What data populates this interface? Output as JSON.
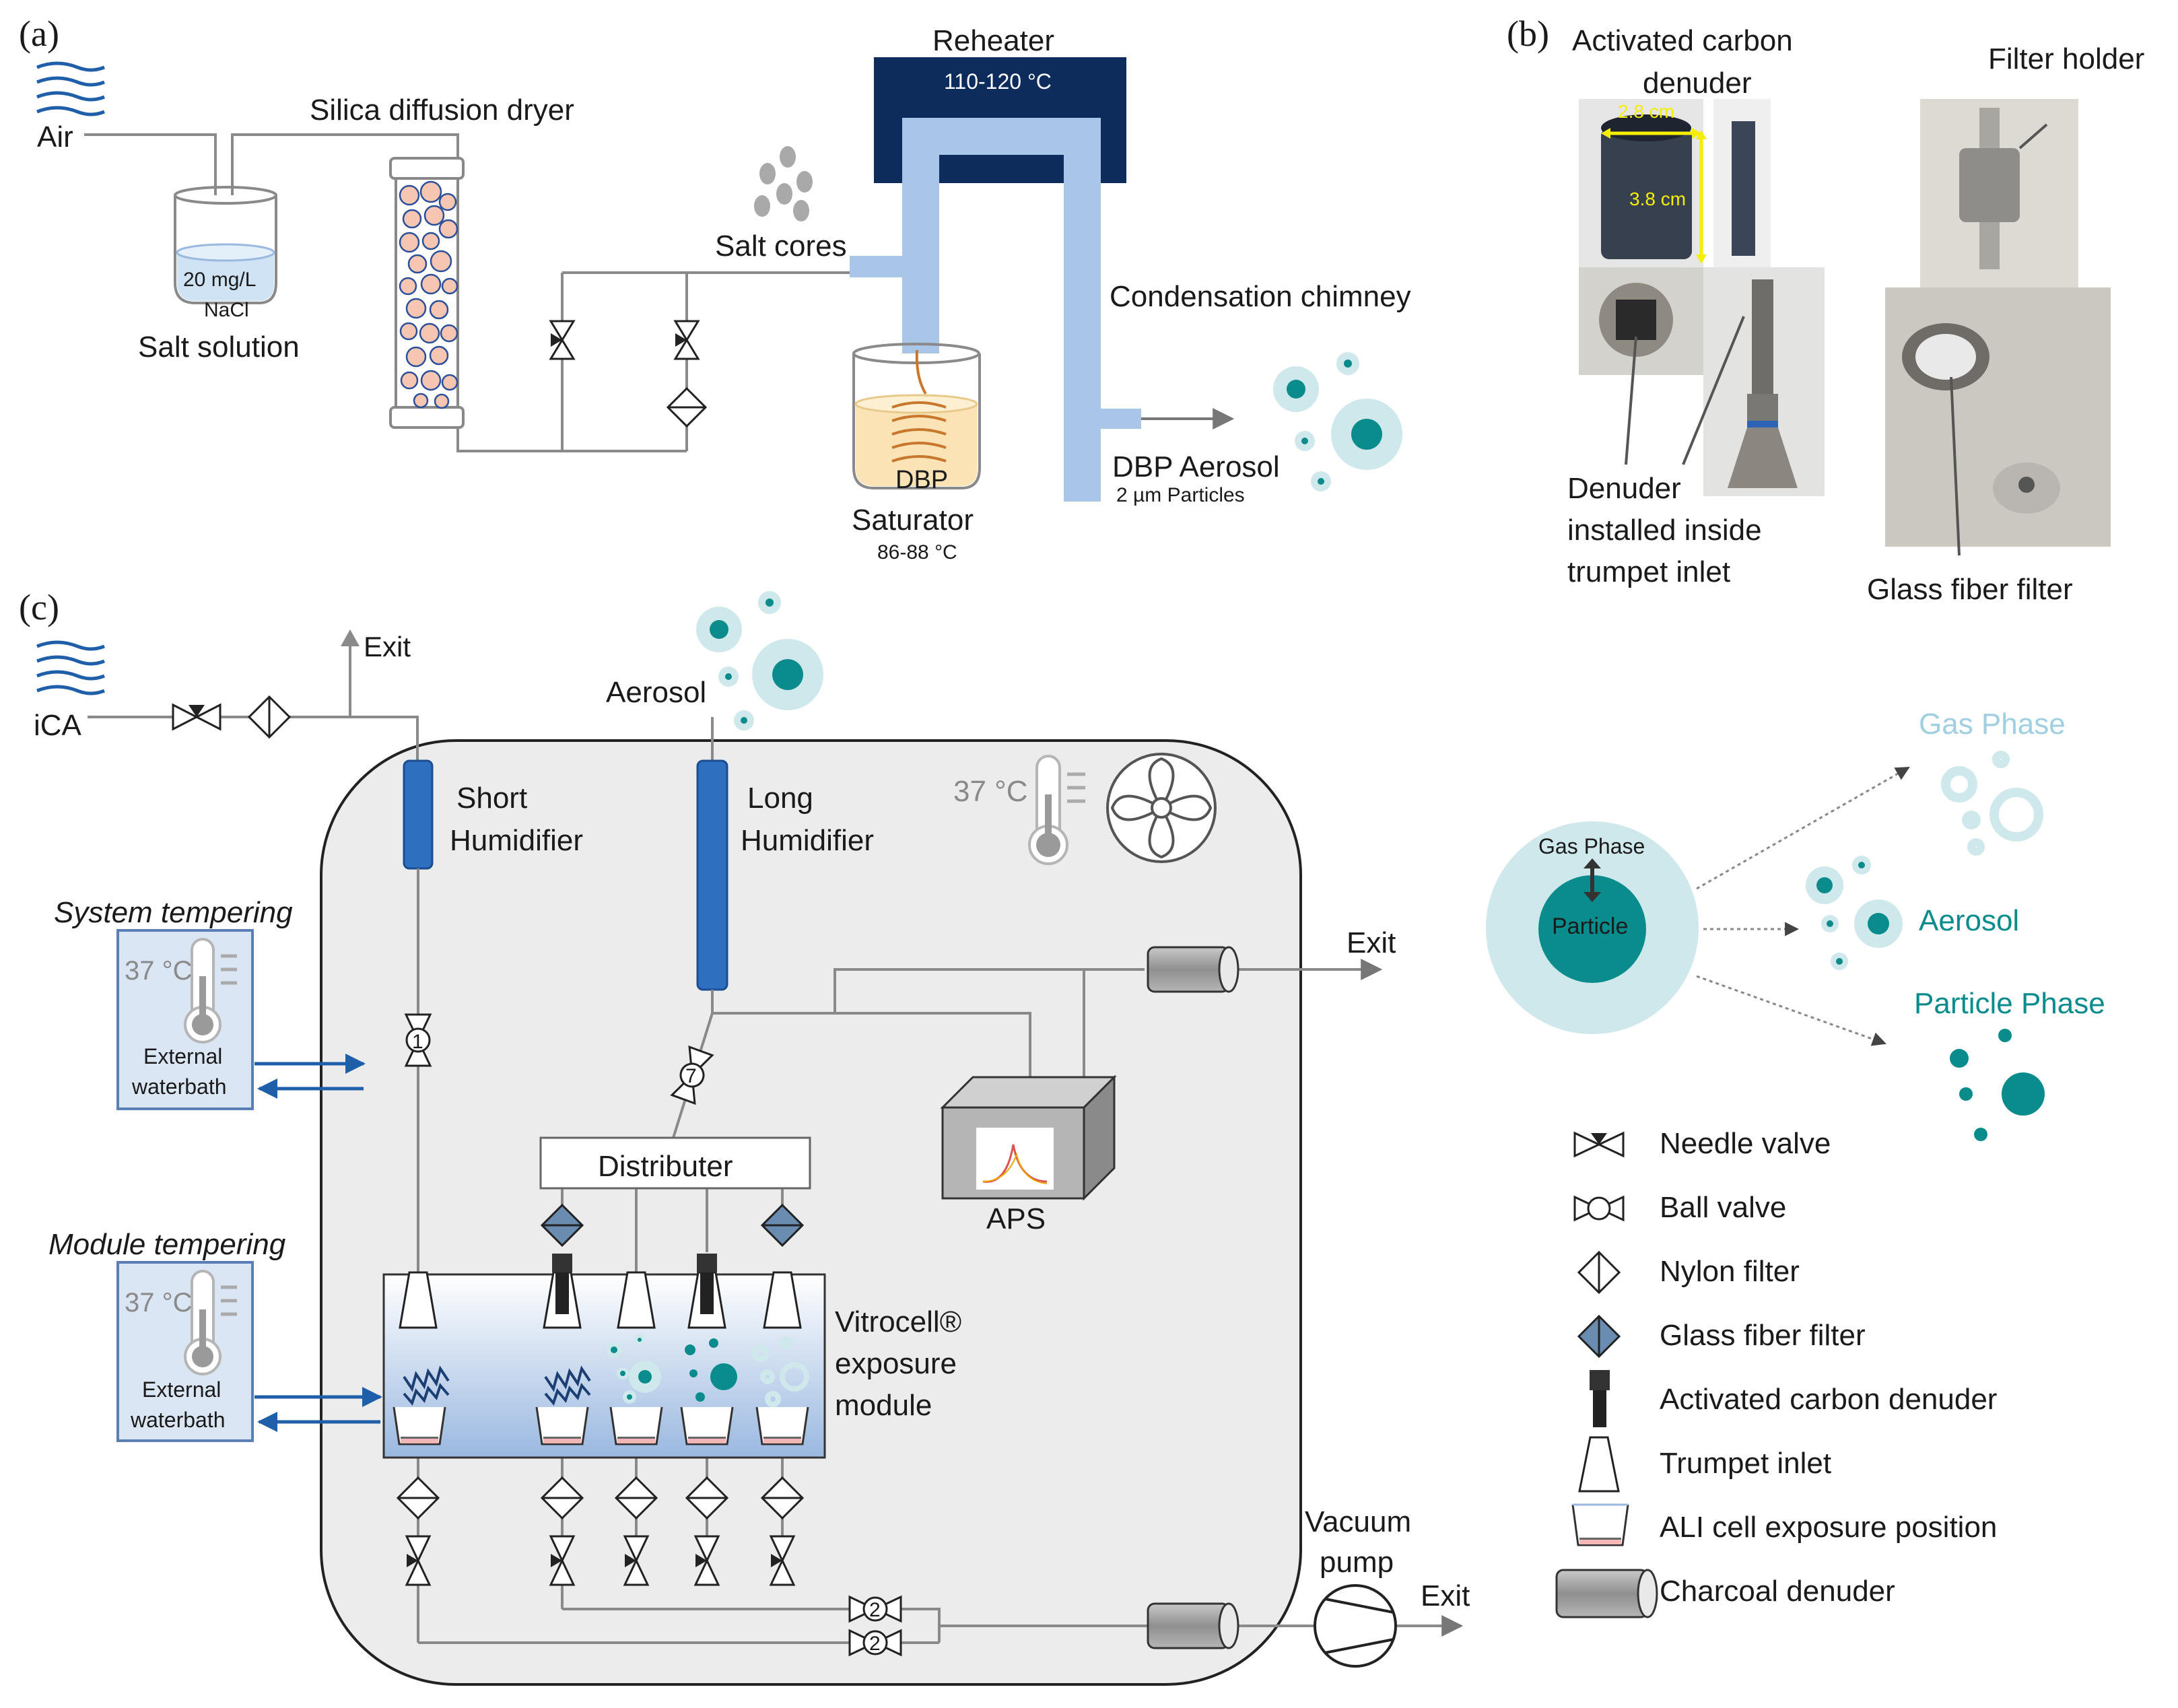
{
  "panel_a": {
    "label": "(a)",
    "air": "Air",
    "dryer": "Silica diffusion dryer",
    "solution_conc": "20 mg/L",
    "solution_salt": "NaCl",
    "salt_solution": "Salt solution",
    "salt_cores": "Salt cores",
    "reheater": "Reheater",
    "reheater_temp": "110-120 °C",
    "dbp": "DBP",
    "saturator": "Saturator",
    "saturator_temp": "86-88 °C",
    "chimney": "Condensation chimney",
    "dbp_aerosol": "DBP Aerosol",
    "particles": "2 µm Particles"
  },
  "panel_b": {
    "label": "(b)",
    "denuder_title_1": "Activated carbon",
    "denuder_title_2": "denuder",
    "dim_width": "2.8 cm",
    "dim_height": "3.8 cm",
    "filter_holder": "Filter holder",
    "denuder_caption_1": "Denuder",
    "denuder_caption_2": "installed inside",
    "denuder_caption_3": "trumpet inlet",
    "glass_fiber_filter": "Glass fiber filter"
  },
  "panel_c": {
    "label": "(c)",
    "ica": "iCA",
    "exit_top": "Exit",
    "aerosol": "Aerosol",
    "short_1": "Short",
    "short_2": "Humidifier",
    "long_1": "Long",
    "long_2": "Humidifier",
    "chamber_temp": "37 °C",
    "system_tempering": "System tempering",
    "module_tempering": "Module tempering",
    "bath_temp": "37 °C",
    "bath_1": "External",
    "bath_2": "waterbath",
    "exit_right": "Exit",
    "valve_1": "1",
    "valve_7": "7",
    "valve_2": "2",
    "distributer": "Distributer",
    "aps": "APS",
    "module_1": "Vitrocell®",
    "module_2": "exposure",
    "module_3": "module",
    "vacuum_1": "Vacuum",
    "vacuum_2": "pump",
    "exit_pump": "Exit"
  },
  "phase": {
    "gas_phase": "Gas Phase",
    "aerosol": "Aerosol",
    "particle_phase": "Particle Phase",
    "inner_gas": "Gas Phase",
    "inner_particle": "Particle"
  },
  "legend": [
    {
      "label": "Needle valve",
      "icon": "needle-valve-icon"
    },
    {
      "label": "Ball valve",
      "icon": "ball-valve-icon"
    },
    {
      "label": "Nylon filter",
      "icon": "nylon-filter-icon"
    },
    {
      "label": "Glass fiber filter",
      "icon": "glass-fiber-filter-icon"
    },
    {
      "label": "Activated carbon denuder",
      "icon": "activated-carbon-denuder-icon"
    },
    {
      "label": "Trumpet inlet",
      "icon": "trumpet-inlet-icon"
    },
    {
      "label": "ALI cell exposure position",
      "icon": "ali-cell-icon"
    },
    {
      "label": "Charcoal denuder",
      "icon": "charcoal-denuder-icon"
    }
  ],
  "colors": {
    "pipe_blue": "#a9c6e8",
    "humidifier_blue": "#2f6fc0",
    "teal": "#0b8c8c",
    "teal_light": "#cfe8ec",
    "gas_light": "#bfe0ea",
    "chamber_bg": "#ececec",
    "bath_blue": "#dbe6f4",
    "arrow_blue": "#1f5ea8"
  }
}
